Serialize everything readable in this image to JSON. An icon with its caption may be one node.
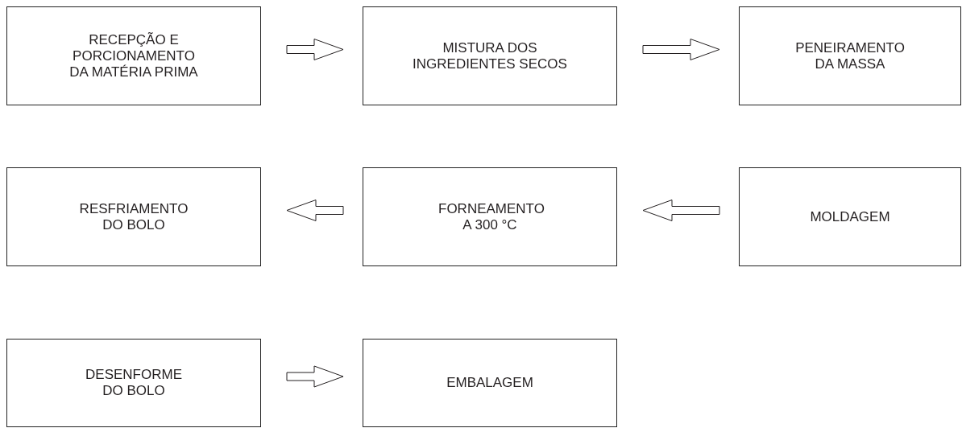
{
  "diagram": {
    "nodes": [
      {
        "text": [
          "RECEPÇÃO E PORCIONAMENTO DA MATÉRIA PRIMA"
        ]
      },
      {
        "text": [
          "MISTURA DOS INGREDIENTES SECOS"
        ]
      },
      {
        "text": [
          "PENEIRAMENTO DA MASSA"
        ]
      },
      {
        "text": [
          "RESFRIAMENTO DO BOLO"
        ]
      },
      {
        "text": [
          "FORNEAMENTO A 300 °C"
        ]
      },
      {
        "text": [
          "MOLDAGEM"
        ]
      },
      {
        "text": [
          "DESENFORME DO BOLO"
        ]
      },
      {
        "text": [
          "EMBALAGEM"
        ]
      }
    ],
    "edges": [
      {
        "from": 0,
        "to": 1,
        "arrow": "to"
      },
      {
        "from": 1,
        "to": 2,
        "arrow": "to"
      },
      {
        "from": 5,
        "to": 4,
        "arrow": "to"
      },
      {
        "from": 4,
        "to": 3,
        "arrow": "to"
      },
      {
        "from": 6,
        "to": 7,
        "arrow": "to"
      }
    ]
  }
}
